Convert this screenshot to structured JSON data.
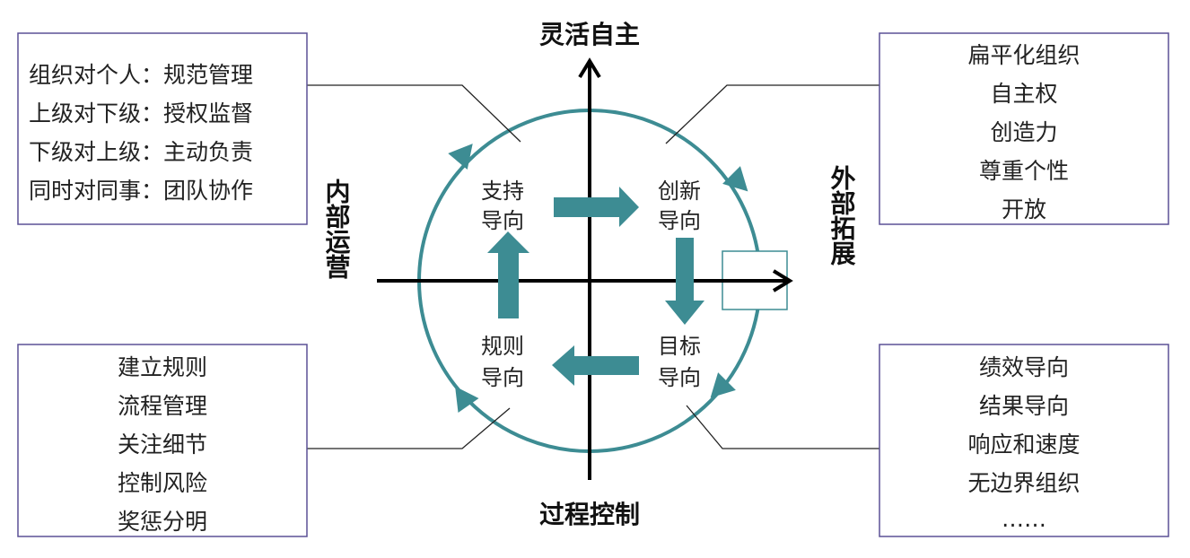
{
  "axes": {
    "top": "灵活自主",
    "bottom": "过程控制",
    "left": "内部运营",
    "right": "外部拓展"
  },
  "quadrants": {
    "top_left": [
      "支持",
      "导向"
    ],
    "top_right": [
      "创新",
      "导向"
    ],
    "bottom_left": [
      "规则",
      "导向"
    ],
    "bottom_right": [
      "目标",
      "导向"
    ]
  },
  "boxes": {
    "top_left": [
      "组织对个人：规范管理",
      "上级对下级：授权监督",
      "下级对上级：主动负责",
      "同时对同事：团队协作"
    ],
    "top_right": [
      "扁平化组织",
      "自主权",
      "创造力",
      "尊重个性",
      "开放"
    ],
    "bottom_left": [
      "建立规则",
      "流程管理",
      "关注细节",
      "控制风险",
      "奖惩分明"
    ],
    "bottom_right": [
      "绩效导向",
      "结果导向",
      "响应和速度",
      "无边界组织",
      "……"
    ]
  },
  "colors": {
    "accent": "#3d8c93",
    "box_border": "#5b5196"
  }
}
